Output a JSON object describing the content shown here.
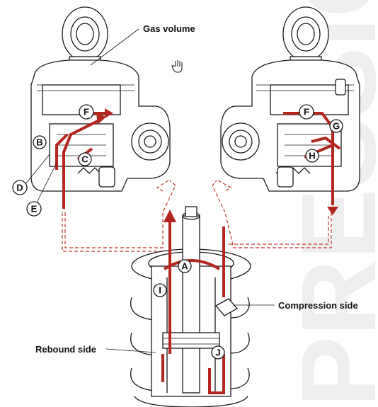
{
  "labels": {
    "gas_volume": "Gas volume",
    "compression_side": "Compression side",
    "rebound_side": "Rebound side"
  },
  "badges": {
    "A": "A",
    "B": "B",
    "C": "C",
    "D": "D",
    "E": "E",
    "F_left": "F",
    "F_right": "F",
    "G": "G",
    "H": "H",
    "I": "I",
    "J": "J"
  },
  "icons": {
    "cursor": "hand-cursor-icon"
  },
  "colors": {
    "flow_red": "#b3261e",
    "dashed_path": "#c0392b",
    "line_art": "#1a1a1a",
    "watermark": "#efefef"
  }
}
